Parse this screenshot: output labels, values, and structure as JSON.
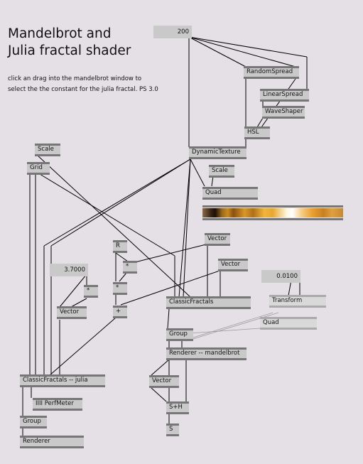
{
  "title_lines": [
    "Mandelbrot and",
    "Julia fractal shader"
  ],
  "description_lines": [
    "click an drag into the mandelbrot window to",
    "select the the constant for the julia fractal. PS 3.0"
  ],
  "nodes": {
    "io_200": "200",
    "random_spread": "RandomSpread",
    "linear_spread": "LinearSpread",
    "wave_shaper": "WaveShaper",
    "hsl": "HSL",
    "dynamic_texture": "DynamicTexture",
    "scale_top": "Scale",
    "scale_mid": "Scale",
    "quad_preview": "Quad",
    "grid": "Grid",
    "vector_a": "Vector",
    "r_node": "R",
    "mul_a": "*",
    "mul_b": "*",
    "vector_b": "Vector",
    "io_3_7": "3.7000",
    "mul_c": "*",
    "plus": "+",
    "io_0_01": "0.0100",
    "transform": "Transform",
    "classic_fractals": "ClassicFractals",
    "vector_c": "Vector",
    "quad_right": "Quad",
    "group_mid": "Group",
    "renderer_mandelbrot": "Renderer -- mandelbrot",
    "vector_d": "Vector",
    "sh": "S+H",
    "s": "S",
    "classic_fractals_julia": "ClassicFractals -- julia",
    "perfmeter": "IIII PerfMeter",
    "group_bottom": "Group",
    "renderer_bottom": "Renderer"
  },
  "colors": {
    "background": "#e5e0e5",
    "node_fill": "#c9c9c9",
    "node_border": "#777777",
    "wire": "#000000"
  }
}
